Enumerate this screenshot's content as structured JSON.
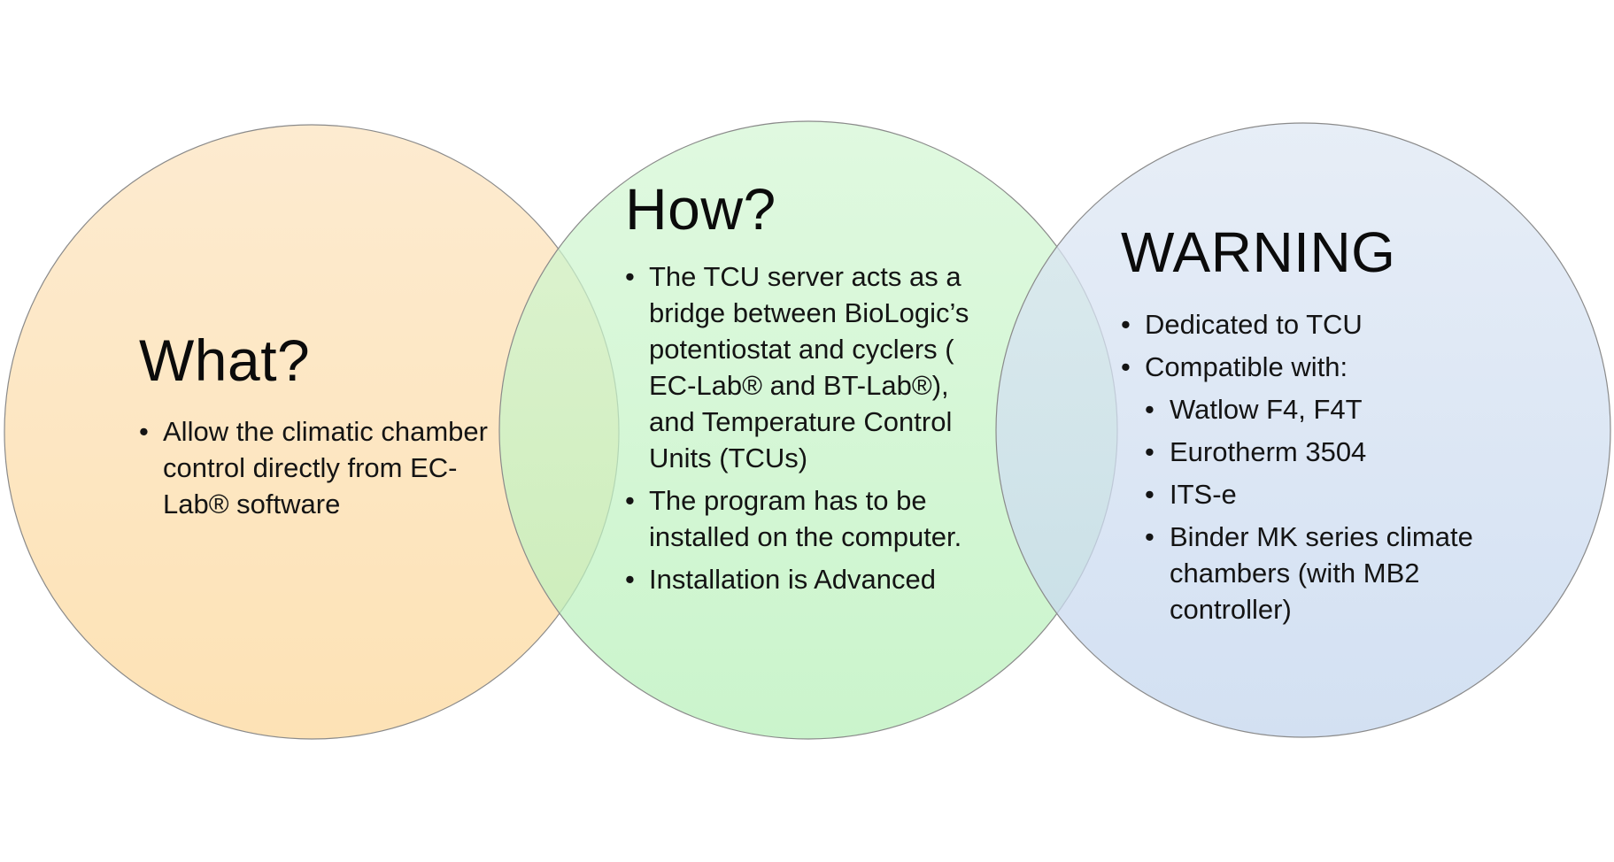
{
  "what": {
    "title": "What?",
    "bullets": [
      "Allow the climatic chamber control directly from EC-Lab® software"
    ]
  },
  "how": {
    "title": "How?",
    "bullets": [
      "The TCU server acts as a bridge between BioLogic’s potentiostat and cyclers ( EC-Lab® and BT-Lab®), and Temperature Control Units (TCUs)",
      "The program has to be installed on the computer.",
      "Installation is Advanced"
    ]
  },
  "warning": {
    "title": "WARNING",
    "bullets": [
      "Dedicated to TCU",
      "Compatible with:"
    ],
    "sub_bullets": [
      "Watlow F4, F4T",
      "Eurotherm 3504",
      "ITS-e",
      "Binder MK series climate chambers (with MB2 controller)"
    ]
  },
  "colors": {
    "what_fill": "#fde7c1",
    "how_fill": "#c8f6c8",
    "warning_fill": "#d3e0f2",
    "circle_stroke": "#8a8a8a"
  }
}
